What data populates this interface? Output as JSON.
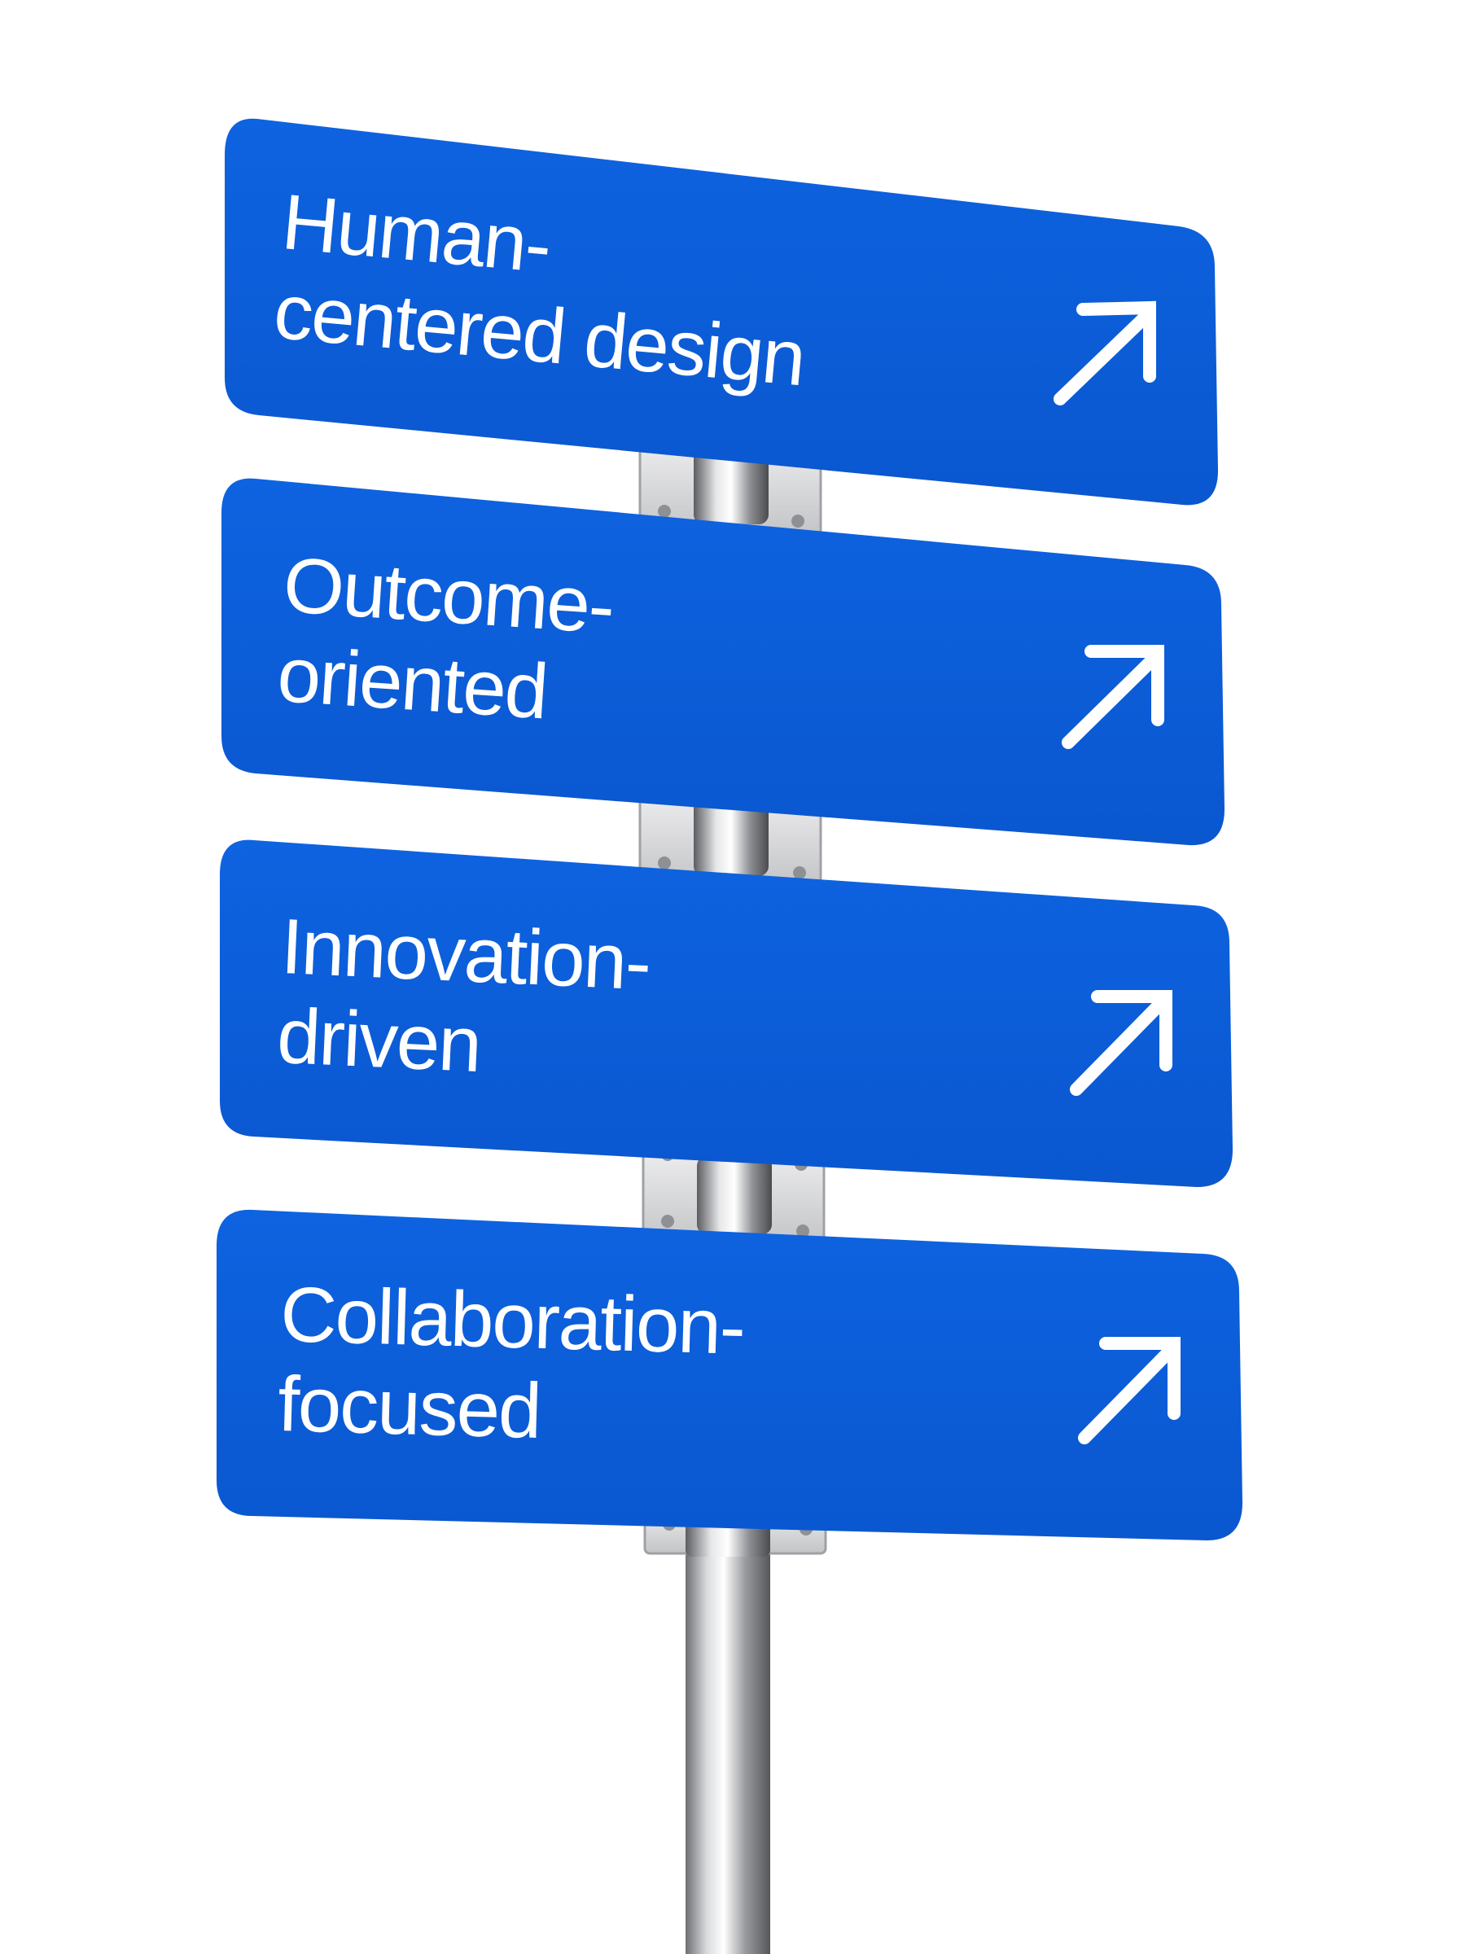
{
  "colors": {
    "sign_blue": "#0b5fdc",
    "sign_text": "#ffffff",
    "pole_metal": "#c8c9cc",
    "background": "#ffffff"
  },
  "signs": [
    {
      "line1": "Human-",
      "line2": "centered design",
      "icon": "arrow-up-right-icon"
    },
    {
      "line1": "Outcome-",
      "line2": "oriented",
      "icon": "arrow-up-right-icon"
    },
    {
      "line1": "Innovation-",
      "line2": "driven",
      "icon": "arrow-up-right-icon"
    },
    {
      "line1": "Collaboration-",
      "line2": "focused",
      "icon": "arrow-up-right-icon"
    }
  ]
}
